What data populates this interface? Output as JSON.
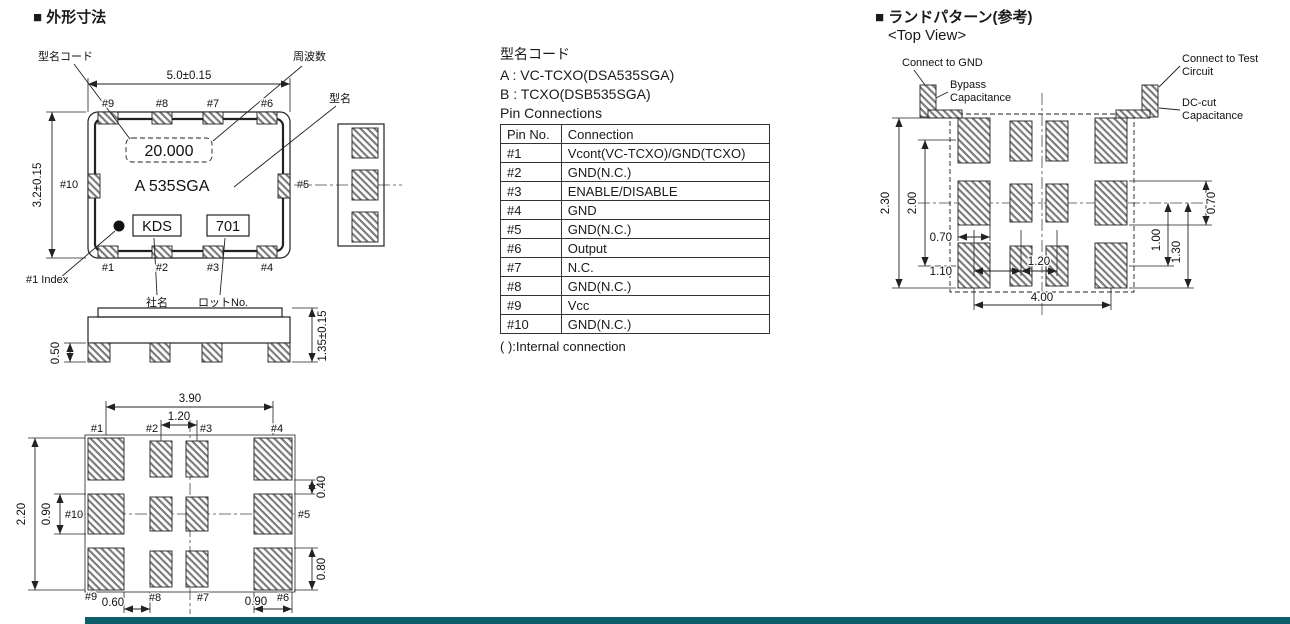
{
  "outline": {
    "title": "■ 外形寸法",
    "top_view": {
      "dim_width": "5.0±0.15",
      "dim_height": "3.2±0.15",
      "pins_top": [
        "#9",
        "#8",
        "#7",
        "#6"
      ],
      "pin_left": "#10",
      "pin_right": "#5",
      "pins_bottom": [
        "#1",
        "#2",
        "#3",
        "#4"
      ],
      "marking_frequency": "20.000",
      "marking_model": "A 535SGA",
      "marking_brand": "KDS",
      "marking_lot": "701"
    },
    "callouts": {
      "model_code": "型名コード",
      "frequency": "周波数",
      "model_name": "型名",
      "index": "#1 Index",
      "company": "社名",
      "lot_no": "ロットNo."
    },
    "side_view": {
      "dim_pad": "0.50",
      "dim_height": "1.35±0.15"
    },
    "bottom_view": {
      "dim_width": "3.90",
      "dim_center_pitch": "1.20",
      "dim_height": "2.20",
      "dim_side_pad": "0.90",
      "dim_gap": "0.40",
      "dim_pad_a": "0.60",
      "dim_pad_b": "0.90",
      "dim_pad_c": "0.80",
      "pins_top": [
        "#1",
        "#2",
        "#3",
        "#4"
      ],
      "pin_left": "#10",
      "pin_right": "#5",
      "pins_bottom": [
        "#9",
        "#8",
        "#7",
        "#6"
      ]
    }
  },
  "pin_connections": {
    "model_code_title": "型名コード",
    "model_codes": [
      "A : VC-TCXO(DSA535SGA)",
      "B : TCXO(DSB535SGA)"
    ],
    "table_title": "Pin Connections",
    "columns": {
      "pin": "Pin No.",
      "connection": "Connection"
    },
    "rows": [
      {
        "pin": "#1",
        "connection": "Vcont(VC-TCXO)/GND(TCXO)"
      },
      {
        "pin": "#2",
        "connection": "GND(N.C.)"
      },
      {
        "pin": "#3",
        "connection": "ENABLE/DISABLE"
      },
      {
        "pin": "#4",
        "connection": "GND"
      },
      {
        "pin": "#5",
        "connection": "GND(N.C.)"
      },
      {
        "pin": "#6",
        "connection": "Output"
      },
      {
        "pin": "#7",
        "connection": "N.C."
      },
      {
        "pin": "#8",
        "connection": "GND(N.C.)"
      },
      {
        "pin": "#9",
        "connection": "Vcc"
      },
      {
        "pin": "#10",
        "connection": "GND(N.C.)"
      }
    ],
    "footnote": "( ):Internal connection"
  },
  "land_pattern": {
    "title": "■ ランドパターン(参考)",
    "subtitle": "<Top View>",
    "annotations": {
      "connect_gnd": "Connect to GND",
      "bypass_line1": "Bypass",
      "bypass_line2": "Capacitance",
      "test_line1": "Connect to Test",
      "test_line2": "Circuit",
      "dccut_line1": "DC-cut",
      "dccut_line2": "Capacitance"
    },
    "dims": {
      "height_outer": "2.30",
      "height_inner": "2.00",
      "pad_w": "0.70",
      "pitch_left": "1.10",
      "pitch_center": "1.20",
      "mid_pad_h": "0.70",
      "row_offset": "1.00",
      "row_edge": "1.30",
      "width": "4.00"
    }
  },
  "footer": {
    "bar_color": "#0d5e68"
  }
}
